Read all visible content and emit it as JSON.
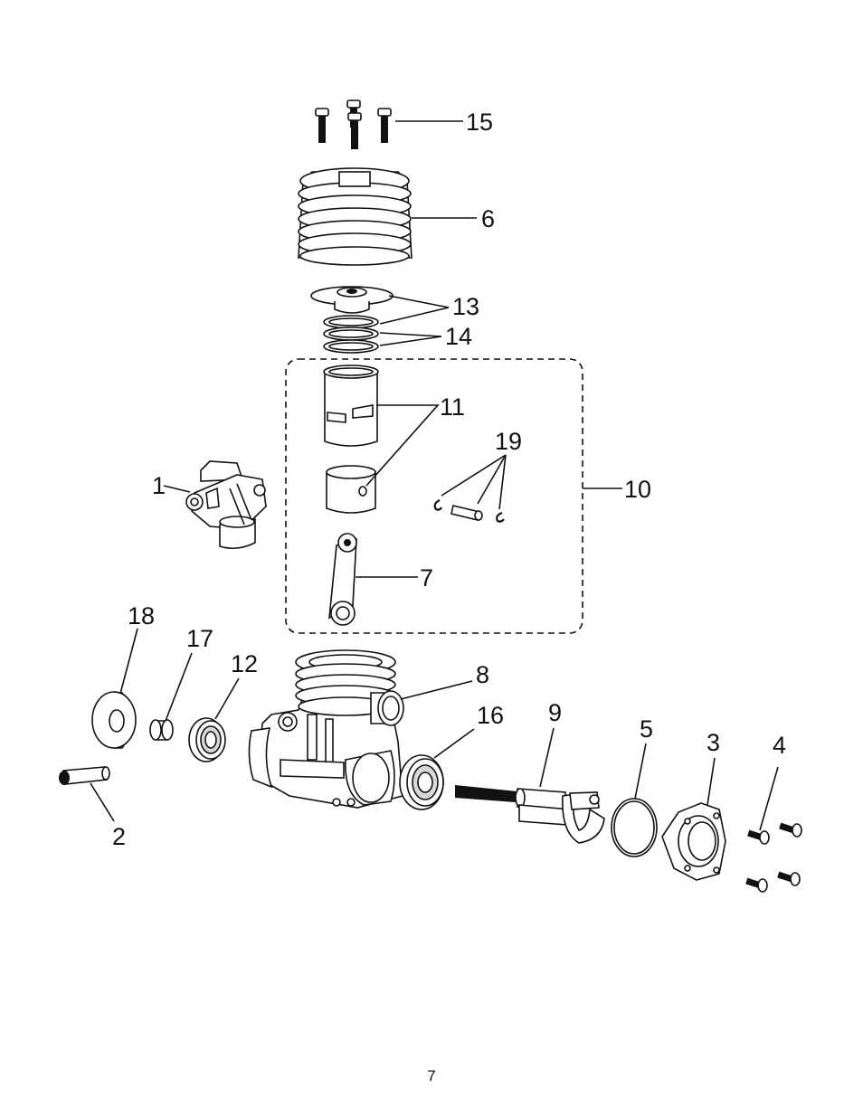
{
  "labels": {
    "l1": "1",
    "l2": "2",
    "l3": "3",
    "l4": "4",
    "l5": "5",
    "l6": "6",
    "l7": "7",
    "l8": "8",
    "l9": "9",
    "l10": "10",
    "l11": "11",
    "l12": "12",
    "l13": "13",
    "l14": "14",
    "l15": "15",
    "l16": "16",
    "l17": "17",
    "l18": "18",
    "l19": "19"
  },
  "page_number": "7"
}
